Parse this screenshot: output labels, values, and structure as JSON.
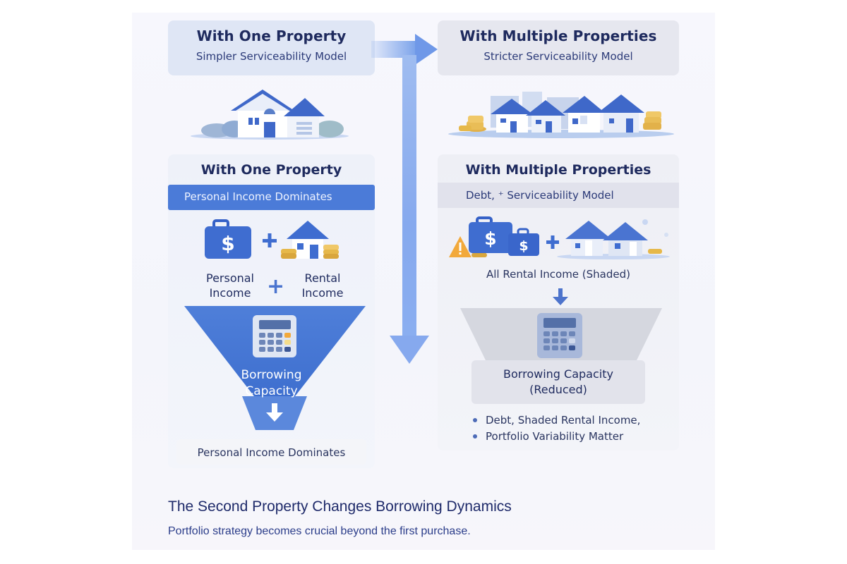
{
  "header": {
    "left": {
      "title": "With One Property",
      "subtitle": "Simpler Serviceability Model"
    },
    "right": {
      "title": "With Multiple Properties",
      "subtitle": "Stricter Serviceability Model"
    }
  },
  "left_panel": {
    "title": "With One Property",
    "band": "Personal Income Dominates",
    "income_label_a": "Personal Income",
    "income_label_a_line1": "Personal",
    "income_label_a_line2": "Income",
    "plus": "+",
    "income_label_b_line1": "Rental",
    "income_label_b_line2": "Income",
    "funnel_line1": "Borrowing",
    "funnel_line2": "Capacity",
    "footer": "Personal Income Dominates",
    "icons": [
      "briefcase-dollar-icon",
      "plus-icon",
      "house-icon",
      "coins-icon",
      "calculator-icon",
      "arrow-down-icon"
    ]
  },
  "right_panel": {
    "title": "With Multiple Properties",
    "band": "Debt, ⁺ Serviceability Model",
    "shaded_label": "All Rental Income (Shaded)",
    "reduced_line1": "Borrowing Capacity",
    "reduced_line2": "(Reduced)",
    "bullets": [
      "Debt, Shaded Rental Income,",
      "Portfolio Variability Matter"
    ],
    "icons": [
      "warning-icon",
      "coins-icon",
      "briefcase-dollar-icon",
      "plus-icon",
      "houses-icon",
      "arrow-down-icon",
      "calculator-icon"
    ]
  },
  "footer": {
    "title": "The Second Property Changes Borrowing Dynamics",
    "subtitle": "Portfolio strategy becomes crucial beyond the first purchase."
  },
  "colors": {
    "accent_blue": "#4b7bd8",
    "dark_navy": "#1e2a5e",
    "coin_gold": "#e6b84a",
    "warning_orange": "#f2a93b",
    "light_panel": "#eef1f9"
  }
}
